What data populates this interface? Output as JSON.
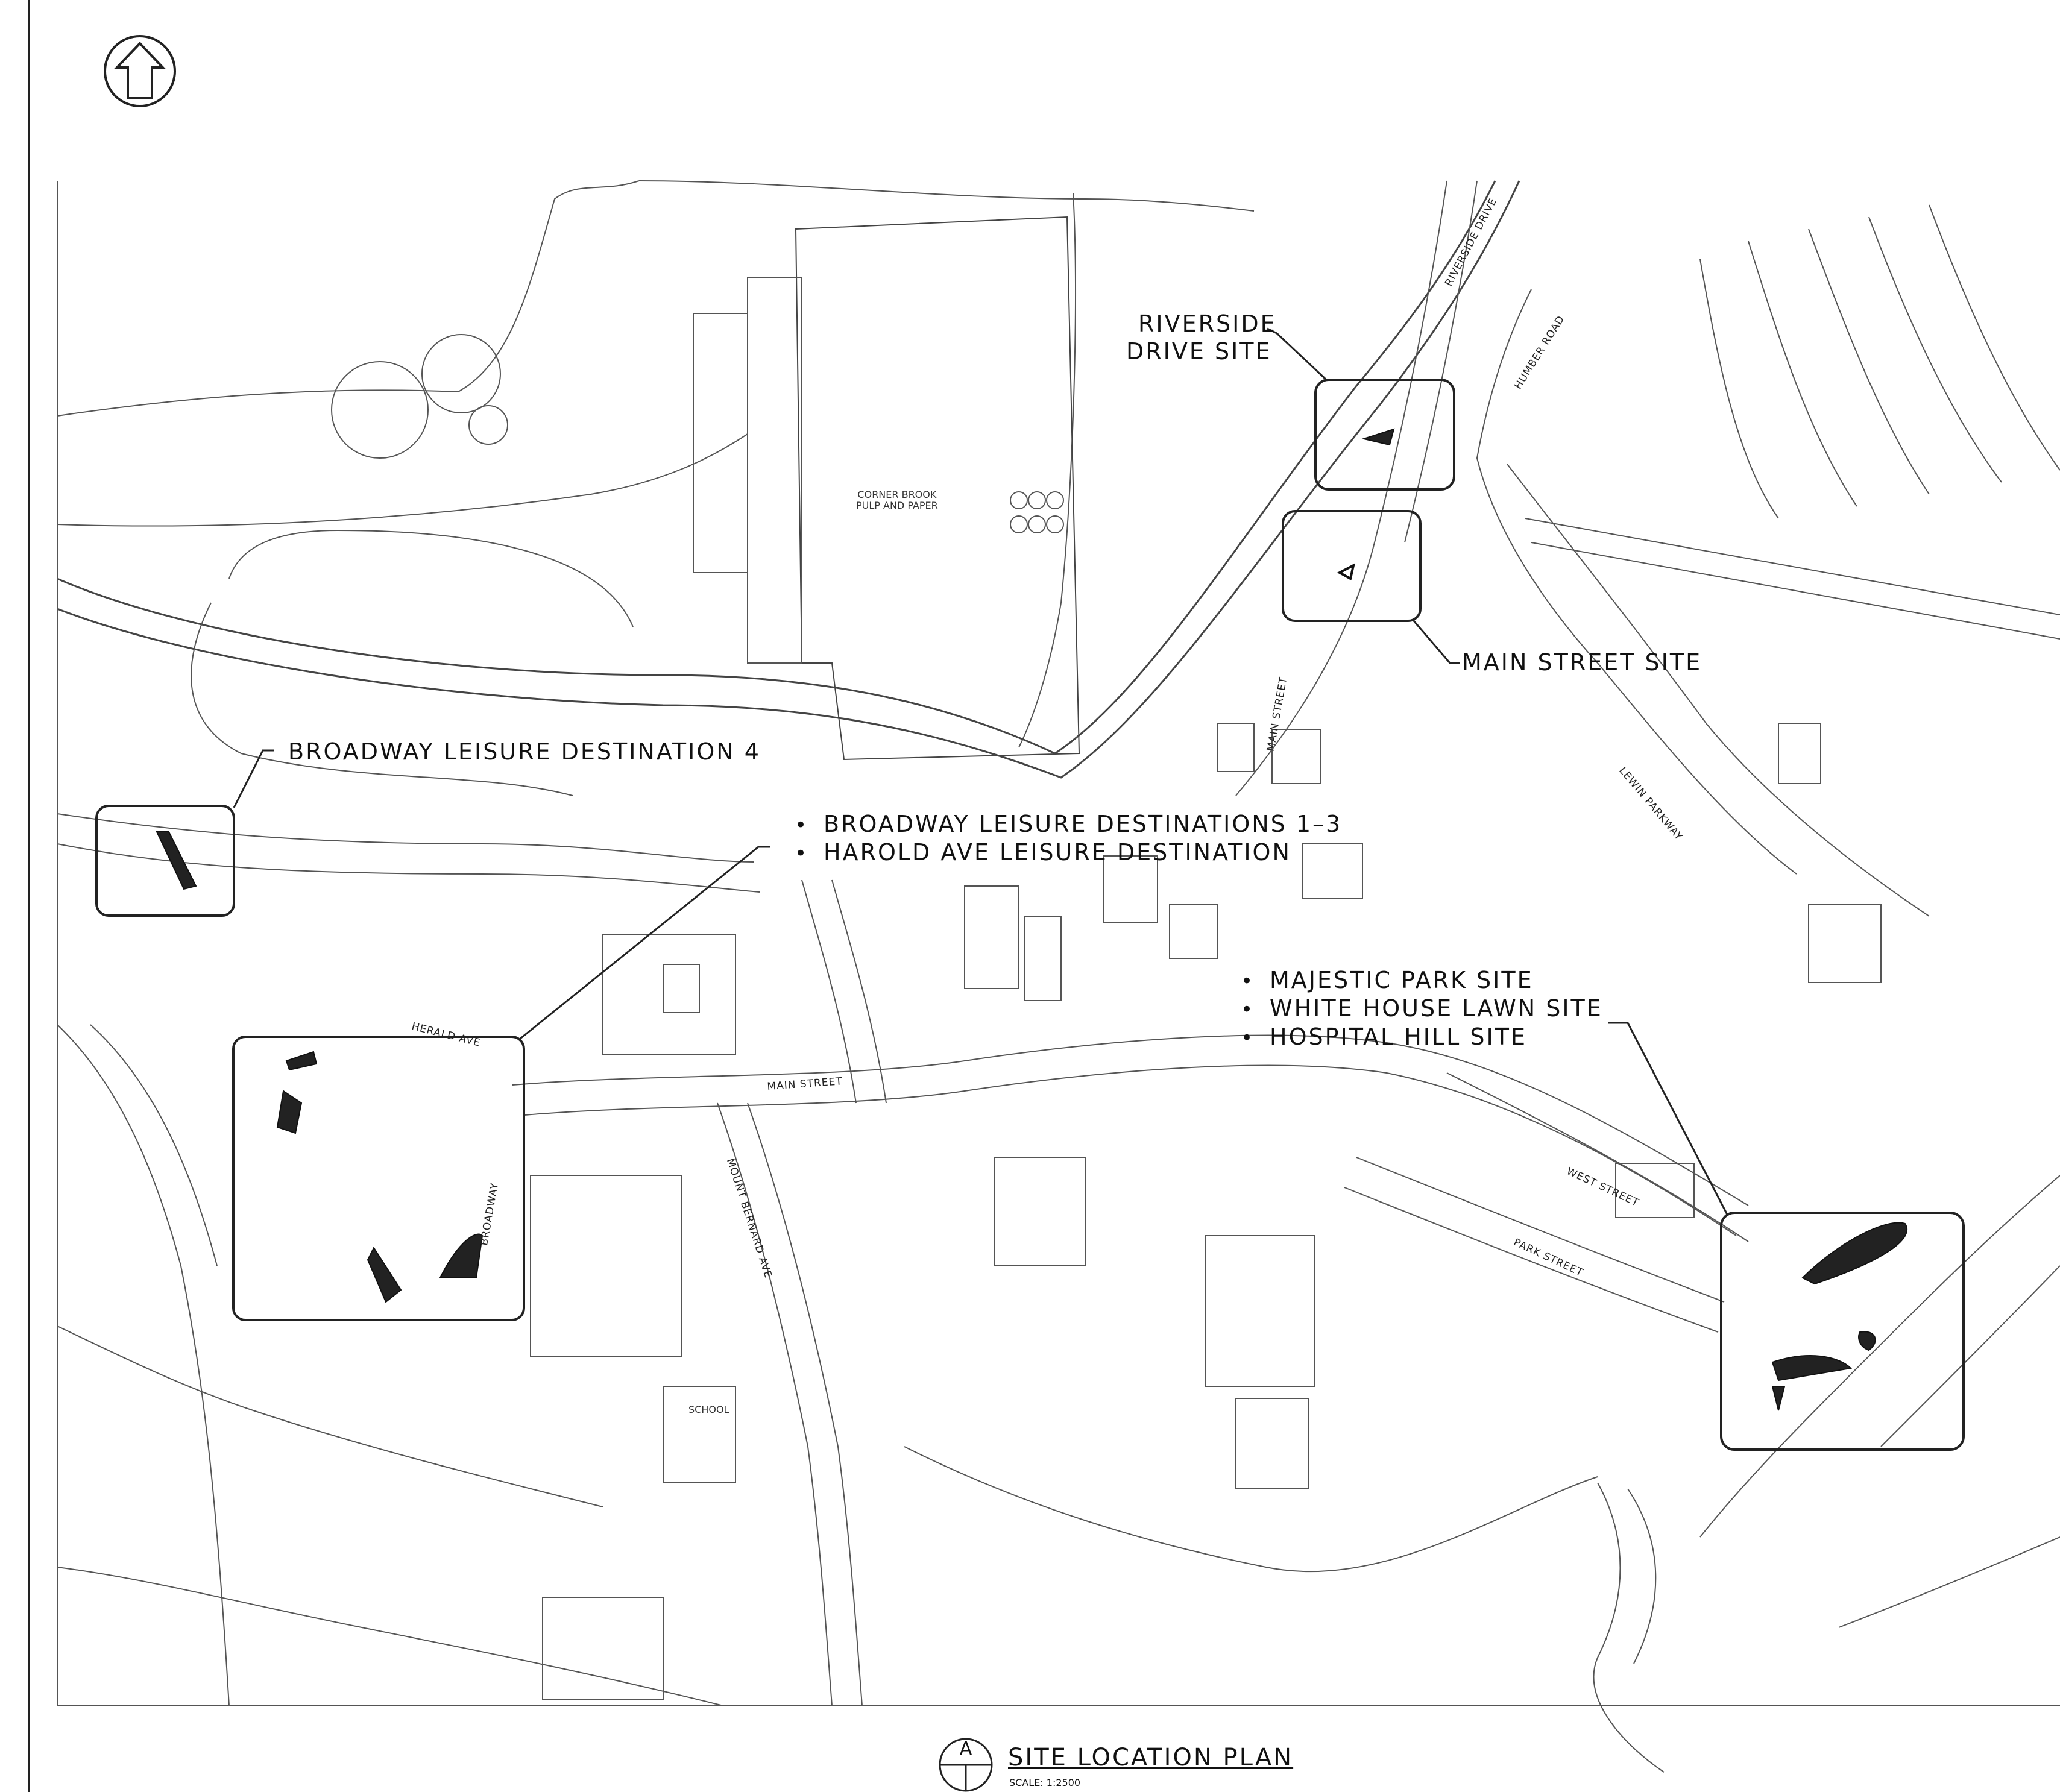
{
  "sheet": {
    "title": "SITE LOCATION PLAN",
    "scale": "SCALE: 1:2500",
    "section_letter": "A"
  },
  "callouts": {
    "riverside": [
      "RIVERSIDE",
      "DRIVE SITE"
    ],
    "main_street_site": "MAIN STREET SITE",
    "broadway_4": "BROADWAY LEISURE DESTINATION 4",
    "broadway_group": [
      "BROADWAY LEISURE DESTINATIONS 1–3",
      "HAROLD AVE LEISURE DESTINATION"
    ],
    "park_group": [
      "MAJESTIC PARK SITE",
      "WHITE HOUSE LAWN SITE",
      "HOSPITAL HILL SITE"
    ]
  },
  "landmarks": {
    "mill": [
      "CORNER BROOK",
      "PULP AND PAPER"
    ],
    "school": "SCHOOL"
  },
  "roads": {
    "riverside_drive": "RIVERSIDE DRIVE",
    "humber_road": "HUMBER ROAD",
    "main_street_north": "MAIN STREET",
    "lewin_parkway": "LEWIN PARKWAY",
    "herald_ave": "HERALD AVE",
    "main_street": "MAIN STREET",
    "mount_bernard": "MOUNT BERNARD AVE",
    "broadway": "BROADWAY",
    "west_street": "WEST STREET",
    "park_street": "PARK STREET"
  },
  "icons": {
    "north_arrow": "north-arrow-icon",
    "section_marker": "section-marker-icon"
  },
  "colors": {
    "line": "#333333",
    "ink": "#111111",
    "paper": "#ffffff"
  }
}
